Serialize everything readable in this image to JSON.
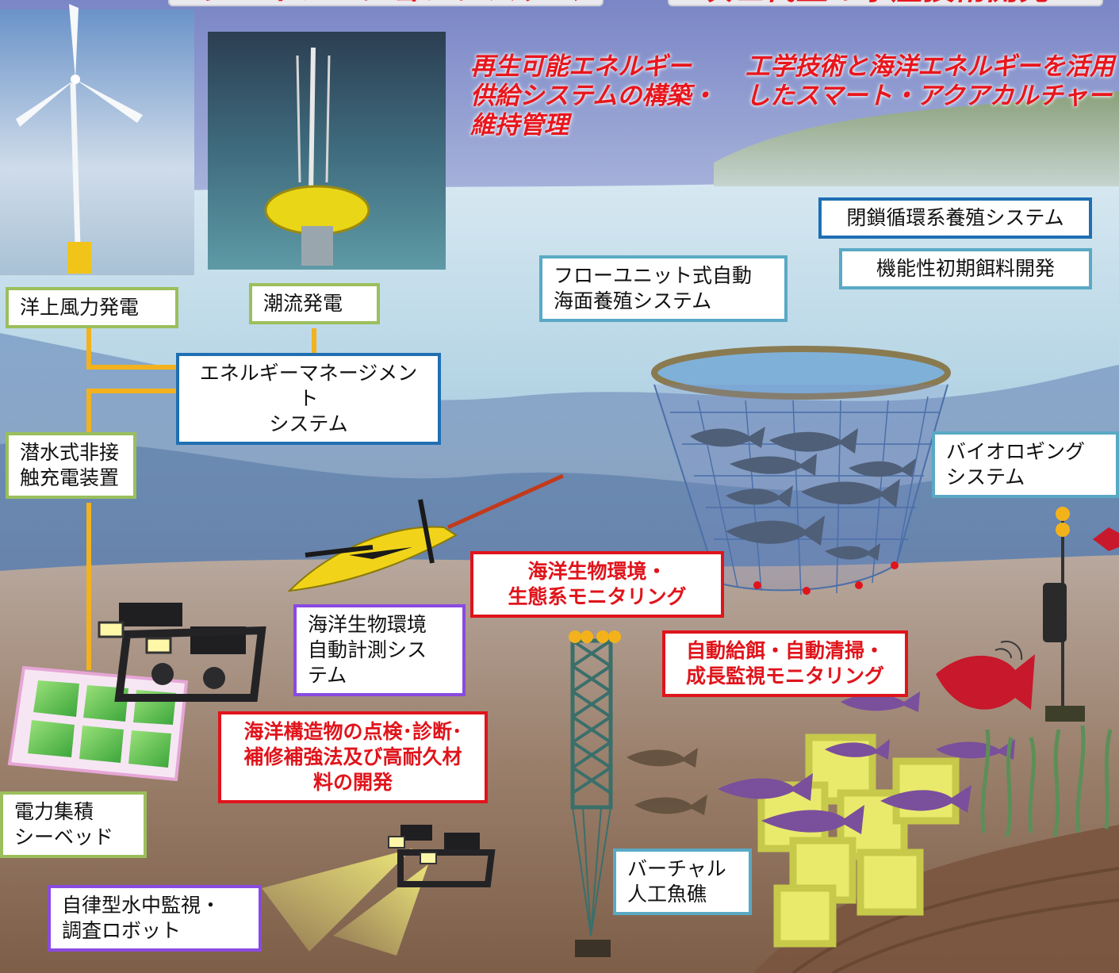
{
  "top_banner": {
    "left": "ジェネレーションシステム",
    "right": "次世代型の水産技術開発"
  },
  "headings": {
    "renewable": "再生可能エネルギー\n供給システムの構築・\n維持管理",
    "aquaculture": "工学技術と海洋エネルギーを活用\nしたスマート・アクアカルチャー"
  },
  "labels": {
    "offshore_wind": "洋上風力発電",
    "tidal": "潮流発電",
    "energy_mgmt": "エネルギーマネージメント\nシステム",
    "charger": "潜水式非接\n触充電装置",
    "seabed": "電力集積\nシーベッド",
    "auv_monitor": "自律型水中監視・\n調査ロボット",
    "auto_measure": "海洋生物環境\n自動計測シス\nテム",
    "structure_inspection": "海洋構造物の点検･診断･\n補修補強法及び高耐久材\n料の開発",
    "eco_monitoring": "海洋生物環境・\n生態系モニタリング",
    "flow_unit": "フローユニット式自動\n海面養殖システム",
    "closed_recirc": "閉鎖循環系養殖システム",
    "functional_feed": "機能性初期餌料開発",
    "biologging": "バイオロギング\nシステム",
    "auto_feeding": "自動給餌・自動清掃・\n成長監視モニタリング",
    "virtual_reef": "バーチャル\n人工魚礁"
  },
  "colors": {
    "sky_top": "#7c87c8",
    "sea_surface": "#cfe3ee",
    "deep_water": "#3f6fa6",
    "seafloor": "#8a6b52",
    "connector": "#f3b21d",
    "fish_purple": "#7a4f9c",
    "fish_red": "#c8182b",
    "reef_block": "#e8e86a"
  }
}
